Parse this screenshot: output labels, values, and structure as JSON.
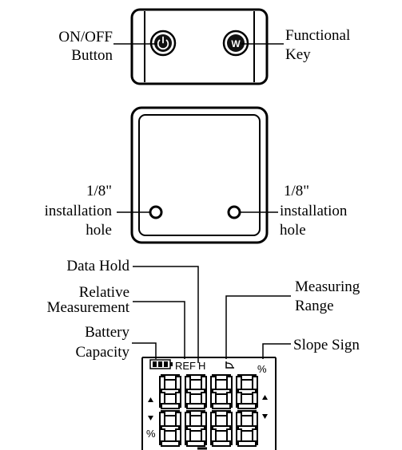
{
  "top_device": {
    "left_label": [
      "ON/OFF",
      "Button"
    ],
    "right_label": [
      "Functional",
      "Key"
    ],
    "power_icon": "power-icon",
    "function_key_letter": "W"
  },
  "back_device": {
    "left_label": [
      "1/8\"",
      "installation",
      "hole"
    ],
    "right_label": [
      "1/8\"",
      "installation",
      "hole"
    ]
  },
  "lcd_panel": {
    "labels": {
      "data_hold": "Data Hold",
      "relative": [
        "Relative",
        "Measurement"
      ],
      "battery": [
        "Battery",
        "Capacity"
      ],
      "measuring_range": [
        "Measuring",
        "Range"
      ],
      "slope_sign": "Slope Sign"
    },
    "indicators": {
      "ref": "REF",
      "hold": "H",
      "slope_percent": "%",
      "bottom_percent": "%"
    }
  }
}
